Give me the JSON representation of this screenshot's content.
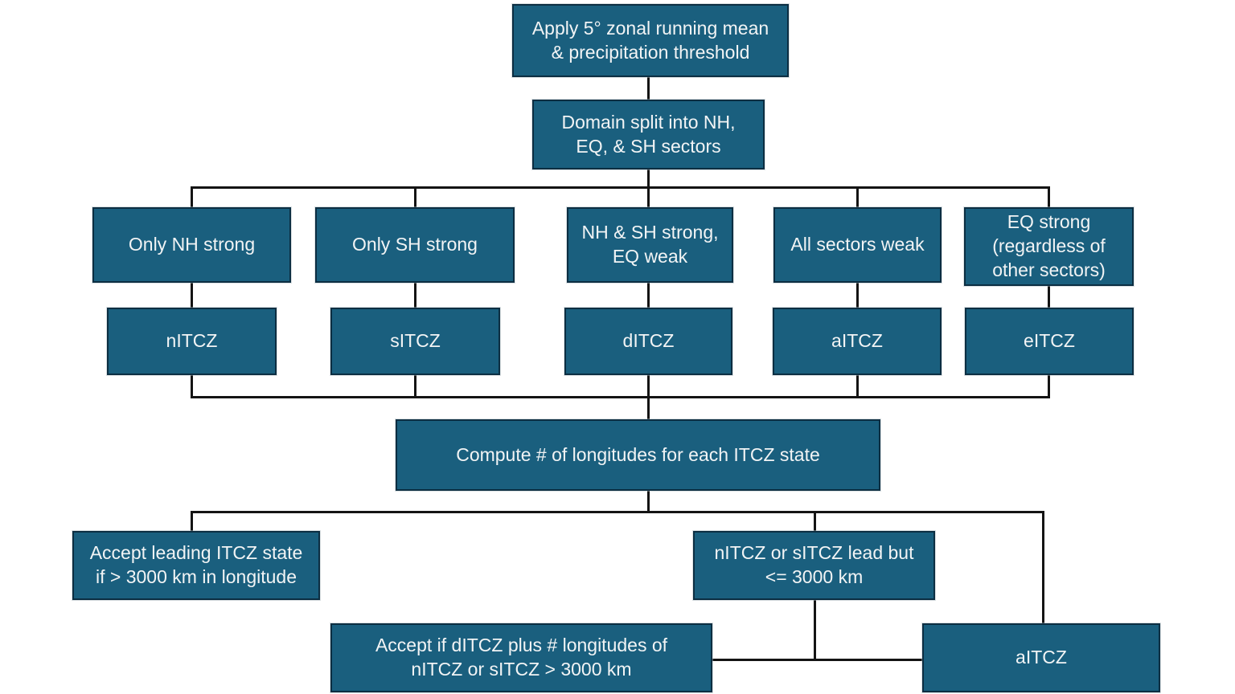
{
  "colors": {
    "background": "#ffffff",
    "box_fill": "#1a5f7e",
    "box_border": "#0c2e42",
    "connector": "#141414",
    "text": "#f2f4f5"
  },
  "nodes": {
    "apply_threshold": {
      "label": "Apply 5° zonal running mean\n& precipitation threshold"
    },
    "domain_split": {
      "label": "Domain split into NH,\nEQ, & SH sectors"
    },
    "only_nh_strong": {
      "label": "Only NH strong"
    },
    "only_sh_strong": {
      "label": "Only SH strong"
    },
    "nh_sh_strong": {
      "label": "NH & SH strong,\nEQ weak"
    },
    "all_sectors_weak": {
      "label": "All sectors weak"
    },
    "eq_strong": {
      "label": "EQ strong\n(regardless of\nother sectors)"
    },
    "nitcz": {
      "label": "nITCZ"
    },
    "sitcz": {
      "label": "sITCZ"
    },
    "ditcz": {
      "label": "dITCZ"
    },
    "aitcz": {
      "label": "aITCZ"
    },
    "eitcz": {
      "label": "eITCZ"
    },
    "compute": {
      "label": "Compute # of longitudes for each ITCZ state"
    },
    "accept_leading": {
      "label": "Accept leading ITCZ state\nif > 3000 km in longitude"
    },
    "ns_lead": {
      "label": "nITCZ or sITCZ lead but\n<= 3000 km"
    },
    "accept_ditcz": {
      "label": "Accept if dITCZ plus # longitudes of\nnITCZ or sITCZ > 3000 km"
    },
    "aitcz_final": {
      "label": "aITCZ"
    }
  },
  "edges": [
    {
      "from": "apply_threshold",
      "to": "domain_split"
    },
    {
      "from": "domain_split",
      "to": "only_nh_strong"
    },
    {
      "from": "domain_split",
      "to": "only_sh_strong"
    },
    {
      "from": "domain_split",
      "to": "nh_sh_strong"
    },
    {
      "from": "domain_split",
      "to": "all_sectors_weak"
    },
    {
      "from": "domain_split",
      "to": "eq_strong"
    },
    {
      "from": "only_nh_strong",
      "to": "nitcz"
    },
    {
      "from": "only_sh_strong",
      "to": "sitcz"
    },
    {
      "from": "nh_sh_strong",
      "to": "ditcz"
    },
    {
      "from": "all_sectors_weak",
      "to": "aitcz"
    },
    {
      "from": "eq_strong",
      "to": "eitcz"
    },
    {
      "from": "nitcz",
      "to": "compute"
    },
    {
      "from": "sitcz",
      "to": "compute"
    },
    {
      "from": "ditcz",
      "to": "compute"
    },
    {
      "from": "aitcz",
      "to": "compute"
    },
    {
      "from": "eitcz",
      "to": "compute"
    },
    {
      "from": "compute",
      "to": "accept_leading"
    },
    {
      "from": "compute",
      "to": "ns_lead"
    },
    {
      "from": "compute",
      "to": "aitcz_final"
    },
    {
      "from": "ns_lead",
      "to": "accept_ditcz"
    },
    {
      "from": "ns_lead",
      "to": "aitcz_final"
    }
  ]
}
